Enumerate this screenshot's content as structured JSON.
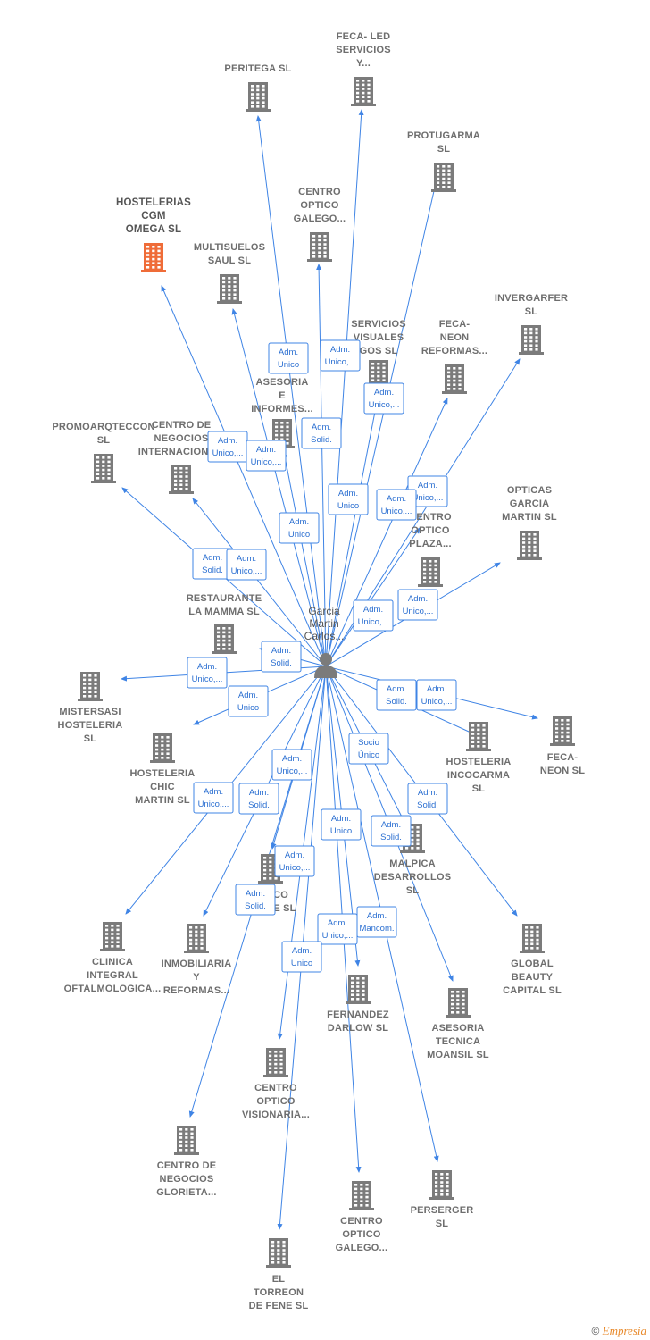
{
  "colors": {
    "building": "#7b7b7b",
    "highlight": "#ef6c38",
    "edge": "#3f84e5",
    "label": "#6e6e6e"
  },
  "center": {
    "name_lines": [
      "Garcia",
      "Martin",
      "Carlos..."
    ],
    "icon": "person-icon"
  },
  "companies": [
    {
      "id": "peritega",
      "lines": [
        "PERITEGA SL"
      ],
      "highlight": false
    },
    {
      "id": "feca-led",
      "lines": [
        "FECA- LED",
        "SERVICIOS",
        "Y..."
      ],
      "highlight": false
    },
    {
      "id": "protugarma",
      "lines": [
        "PROTUGARMA",
        "SL"
      ],
      "highlight": false
    },
    {
      "id": "centro-optico-galego-top",
      "lines": [
        "CENTRO",
        "OPTICO",
        "GALEGO..."
      ],
      "highlight": false
    },
    {
      "id": "hostelerias-cgm",
      "lines": [
        "HOSTELERIAS",
        "CGM",
        "OMEGA  SL"
      ],
      "highlight": true
    },
    {
      "id": "multisuelos",
      "lines": [
        "MULTISUELOS",
        "SAUL  SL"
      ],
      "highlight": false
    },
    {
      "id": "invergarfer",
      "lines": [
        "INVERGARFER",
        "SL"
      ],
      "highlight": false
    },
    {
      "id": "servicios-visuales",
      "lines": [
        "SERVICIOS",
        "VISUALES",
        "GOS  SL"
      ],
      "highlight": false
    },
    {
      "id": "feca-neon-reformas",
      "lines": [
        "FECA-",
        "NEON",
        "REFORMAS..."
      ],
      "highlight": false
    },
    {
      "id": "asesoria-informes",
      "lines": [
        "ASESORIA",
        "E",
        "INFORMES..."
      ],
      "highlight": false
    },
    {
      "id": "promoarqteccon",
      "lines": [
        "PROMOARQTECCON",
        "SL"
      ],
      "highlight": false
    },
    {
      "id": "centro-negocios-internacional",
      "lines": [
        "CENTRO DE",
        "NEGOCIOS",
        "INTERNACIONA..."
      ],
      "highlight": false
    },
    {
      "id": "opticas-garcia-martin",
      "lines": [
        "OPTICAS",
        "GARCIA",
        "MARTIN  SL"
      ],
      "highlight": false
    },
    {
      "id": "centro-optico-plaza",
      "lines": [
        "CENTRO",
        "OPTICO",
        "PLAZA..."
      ],
      "highlight": false
    },
    {
      "id": "restaurante-la-mamma",
      "lines": [
        "RESTAURANTE",
        "LA MAMMA  SL"
      ],
      "highlight": false
    },
    {
      "id": "mistersasi",
      "lines": [
        "MISTERSASI",
        "HOSTELERIA",
        "SL"
      ],
      "highlight": false
    },
    {
      "id": "hosteleria-chic-martin",
      "lines": [
        "HOSTELERIA",
        "CHIC",
        "MARTIN  SL"
      ],
      "highlight": false
    },
    {
      "id": "hosteleria-incocarma",
      "lines": [
        "HOSTELERIA",
        "INCOCARMA",
        "SL"
      ],
      "highlight": false
    },
    {
      "id": "feca-neon",
      "lines": [
        "FECA-",
        "NEON  SL"
      ],
      "highlight": false
    },
    {
      "id": "malpica",
      "lines": [
        "MALPICA",
        "DESARROLLOS",
        "SL"
      ],
      "highlight": false
    },
    {
      "id": "truco",
      "lines": [
        "TRUCO",
        "MASTE SL"
      ],
      "highlight": false
    },
    {
      "id": "clinica-integral",
      "lines": [
        "CLINICA",
        "INTEGRAL",
        "OFTALMOLOGICA..."
      ],
      "highlight": false
    },
    {
      "id": "inmobiliaria-reformas",
      "lines": [
        "INMOBILIARIA",
        "Y",
        "REFORMAS..."
      ],
      "highlight": false
    },
    {
      "id": "global-beauty",
      "lines": [
        "GLOBAL",
        "BEAUTY",
        "CAPITAL  SL"
      ],
      "highlight": false
    },
    {
      "id": "fernandez-darlow",
      "lines": [
        "FERNANDEZ",
        "DARLOW  SL"
      ],
      "highlight": false
    },
    {
      "id": "asesoria-moansil",
      "lines": [
        "ASESORIA",
        "TECNICA",
        "MOANSIL  SL"
      ],
      "highlight": false
    },
    {
      "id": "centro-optico-visionaria",
      "lines": [
        "CENTRO",
        "OPTICO",
        "VISIONARIA..."
      ],
      "highlight": false
    },
    {
      "id": "centro-negocios-glorieta",
      "lines": [
        "CENTRO DE",
        "NEGOCIOS",
        "GLORIETA..."
      ],
      "highlight": false
    },
    {
      "id": "centro-optico-galego-bottom",
      "lines": [
        "CENTRO",
        "OPTICO",
        "GALEGO..."
      ],
      "highlight": false
    },
    {
      "id": "perserger",
      "lines": [
        "PERSERGER",
        "SL"
      ],
      "highlight": false
    },
    {
      "id": "el-torreon",
      "lines": [
        "EL",
        "TORREON",
        "DE FENE SL"
      ],
      "highlight": false
    }
  ],
  "roles": [
    {
      "id": "r1",
      "lines": [
        "Adm.",
        "Unico"
      ]
    },
    {
      "id": "r2",
      "lines": [
        "Adm.",
        "Unico,..."
      ]
    },
    {
      "id": "r3",
      "lines": [
        "Adm.",
        "Unico,..."
      ]
    },
    {
      "id": "r4",
      "lines": [
        "Adm.",
        "Solid."
      ]
    },
    {
      "id": "r5",
      "lines": [
        "Adm.",
        "Unico,..."
      ]
    },
    {
      "id": "r6",
      "lines": [
        "Adm.",
        "Unico,..."
      ]
    },
    {
      "id": "r7",
      "lines": [
        "Adm.",
        "Unico,..."
      ]
    },
    {
      "id": "r8",
      "lines": [
        "Adm.",
        "Unico"
      ]
    },
    {
      "id": "r9",
      "lines": [
        "Adm.",
        "Unico,..."
      ]
    },
    {
      "id": "r10",
      "lines": [
        "Adm.",
        "Unico"
      ]
    },
    {
      "id": "r11",
      "lines": [
        "Adm.",
        "Solid."
      ]
    },
    {
      "id": "r12",
      "lines": [
        "Adm.",
        "Unico,..."
      ]
    },
    {
      "id": "r13",
      "lines": [
        "Adm.",
        "Unico,..."
      ]
    },
    {
      "id": "r14",
      "lines": [
        "Adm.",
        "Unico,..."
      ]
    },
    {
      "id": "r15",
      "lines": [
        "Adm.",
        "Solid."
      ]
    },
    {
      "id": "r16",
      "lines": [
        "Adm.",
        "Unico,..."
      ]
    },
    {
      "id": "r17",
      "lines": [
        "Adm.",
        "Unico"
      ]
    },
    {
      "id": "r18",
      "lines": [
        "Adm.",
        "Solid."
      ]
    },
    {
      "id": "r19",
      "lines": [
        "Adm.",
        "Unico,..."
      ]
    },
    {
      "id": "r20",
      "lines": [
        "Socio",
        "Único"
      ]
    },
    {
      "id": "r21",
      "lines": [
        "Adm.",
        "Unico,..."
      ]
    },
    {
      "id": "r22",
      "lines": [
        "Adm.",
        "Unico,..."
      ]
    },
    {
      "id": "r23",
      "lines": [
        "Adm.",
        "Solid."
      ]
    },
    {
      "id": "r24",
      "lines": [
        "Adm.",
        "Solid."
      ]
    },
    {
      "id": "r25",
      "lines": [
        "Adm.",
        "Unico"
      ]
    },
    {
      "id": "r26",
      "lines": [
        "Adm.",
        "Solid."
      ]
    },
    {
      "id": "r27",
      "lines": [
        "Adm.",
        "Unico,..."
      ]
    },
    {
      "id": "r28",
      "lines": [
        "Adm.",
        "Solid."
      ]
    },
    {
      "id": "r29",
      "lines": [
        "Adm.",
        "Unico,..."
      ]
    },
    {
      "id": "r30",
      "lines": [
        "Adm.",
        "Mancom."
      ]
    },
    {
      "id": "r31",
      "lines": [
        "Adm.",
        "Unico"
      ]
    }
  ],
  "footer": {
    "copyright": "©",
    "brand": "Empresia"
  }
}
